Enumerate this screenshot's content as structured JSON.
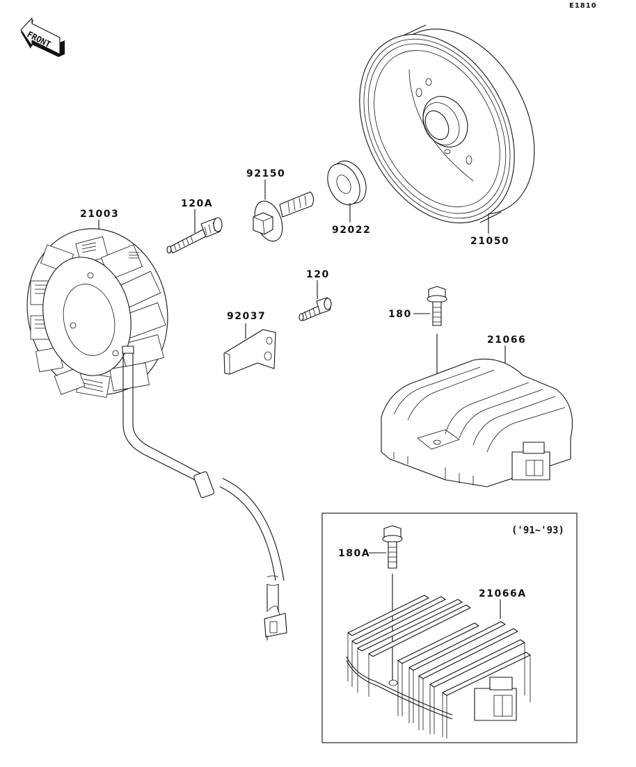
{
  "diagram": {
    "code": "E1810",
    "front_label": "FRONT",
    "variant_note": "('91~'93)",
    "parts": [
      {
        "id": "21003",
        "name": "stator"
      },
      {
        "id": "120A",
        "name": "stator-bolt"
      },
      {
        "id": "92150",
        "name": "flywheel-bolt"
      },
      {
        "id": "92022",
        "name": "washer"
      },
      {
        "id": "21050",
        "name": "flywheel-rotor"
      },
      {
        "id": "120",
        "name": "clamp-bolt"
      },
      {
        "id": "92037",
        "name": "lead-clamp"
      },
      {
        "id": "180",
        "name": "regulator-bolt"
      },
      {
        "id": "21066",
        "name": "regulator-rectifier"
      },
      {
        "id": "180A",
        "name": "regulator-bolt-alt"
      },
      {
        "id": "21066A",
        "name": "regulator-rectifier-alt"
      }
    ]
  }
}
